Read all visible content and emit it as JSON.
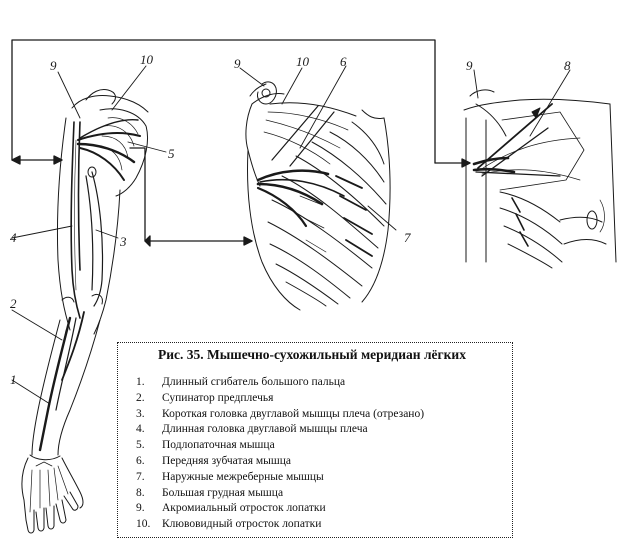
{
  "figure": {
    "title": "Рис. 35.  Мышечно-сухожильный меридиан лёгких",
    "callouts": {
      "c1": "1",
      "c2": "2",
      "c3": "3",
      "c4": "4",
      "c5": "5",
      "c6": "6",
      "c7": "7",
      "c8": "8",
      "c9": "9",
      "c10": "10"
    },
    "legend": [
      {
        "num": "1.",
        "text": "Длинный сгибатель большого пальца"
      },
      {
        "num": "2.",
        "text": "Супинатор предплечья"
      },
      {
        "num": "3.",
        "text": "Короткая головка двуглавой мышцы плеча (отрезано)"
      },
      {
        "num": "4.",
        "text": "Длинная головка двуглавой мышцы плеча"
      },
      {
        "num": "5.",
        "text": "Подлопаточная мышца"
      },
      {
        "num": "6.",
        "text": "Передняя зубчатая мышца"
      },
      {
        "num": "7.",
        "text": "Наружные межреберные мышцы"
      },
      {
        "num": "8.",
        "text": "Большая грудная мышца"
      },
      {
        "num": "9.",
        "text": "Акромиальный отросток лопатки"
      },
      {
        "num": "10.",
        "text": "Клювовидный отросток лопатки"
      }
    ]
  }
}
